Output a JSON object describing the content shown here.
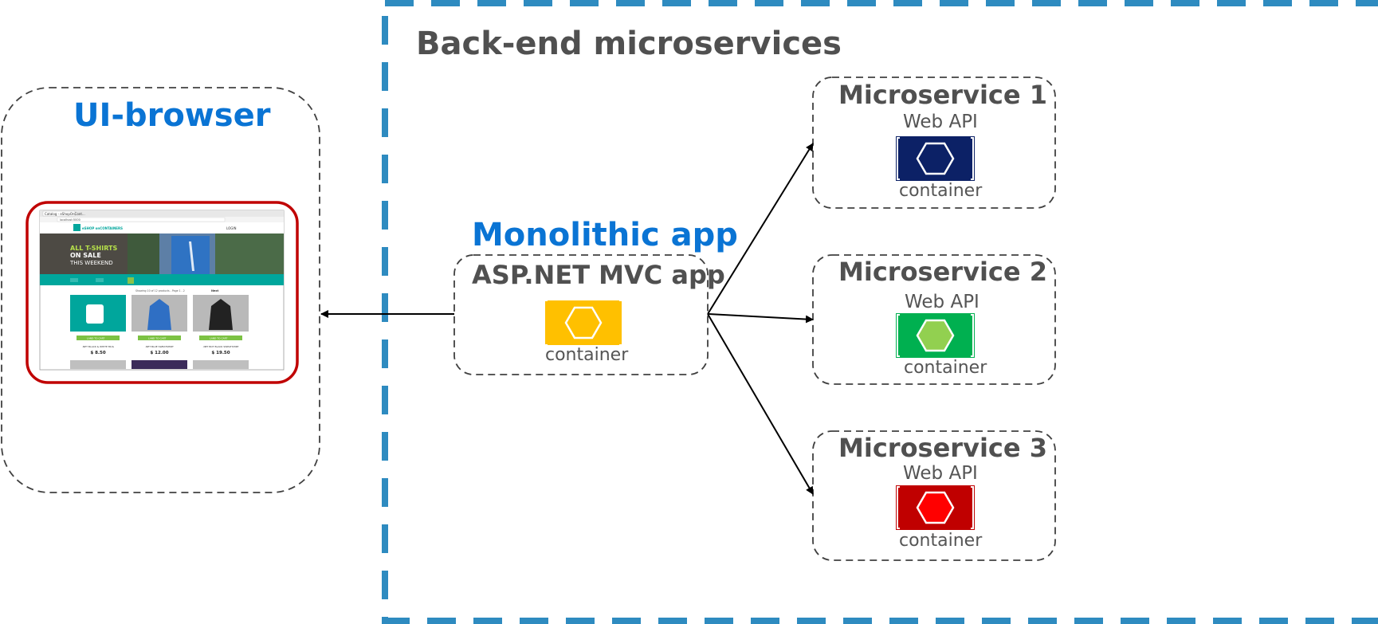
{
  "backend": {
    "title": "Back-end microservices"
  },
  "ui_browser": {
    "title": "UI-browser",
    "screenshot": {
      "tab_title": "Catalog - eShopOnCont...",
      "address": "localhost:5000",
      "logo_text": "eSHOP\nonCONTAINERS",
      "login": "LOGIN",
      "banner": {
        "line1": "ALL T-SHIRTS",
        "line2": "ON SALE",
        "line3": "THIS WEEKEND"
      },
      "paging_text": "Showing 10 of 12 products - Page 1 - 2",
      "next": "Next",
      "add_to_cart": "LAND TO CART",
      "products": [
        {
          "name": ".NET BLACK & WHITE MUG",
          "price": "$ 8.50"
        },
        {
          "name": ".NET BLUE SWEATSHIRT",
          "price": "$ 12.00"
        },
        {
          "name": ".NET BOT BLACK SWEATSHIRT",
          "price": "$ 19.50"
        }
      ]
    }
  },
  "monolith": {
    "title": "Monolithic app",
    "subtitle": "ASP.NET MVC app",
    "container_label": "container",
    "color": "#ffc000"
  },
  "microservices": [
    {
      "title": "Microservice 1",
      "api": "Web API",
      "container_label": "container",
      "color": "#0c2166",
      "hex_fill": "none"
    },
    {
      "title": "Microservice 2",
      "api": "Web API",
      "container_label": "container",
      "color": "#00b050",
      "hex_fill": "#92d050"
    },
    {
      "title": "Microservice 3",
      "api": "Web API",
      "container_label": "container",
      "color": "#c00000",
      "hex_fill": "#ff0000"
    }
  ],
  "colors": {
    "backend_border": "#2e8bc0",
    "accent_blue": "#0a74d4",
    "browser_frame": "#c00000"
  }
}
